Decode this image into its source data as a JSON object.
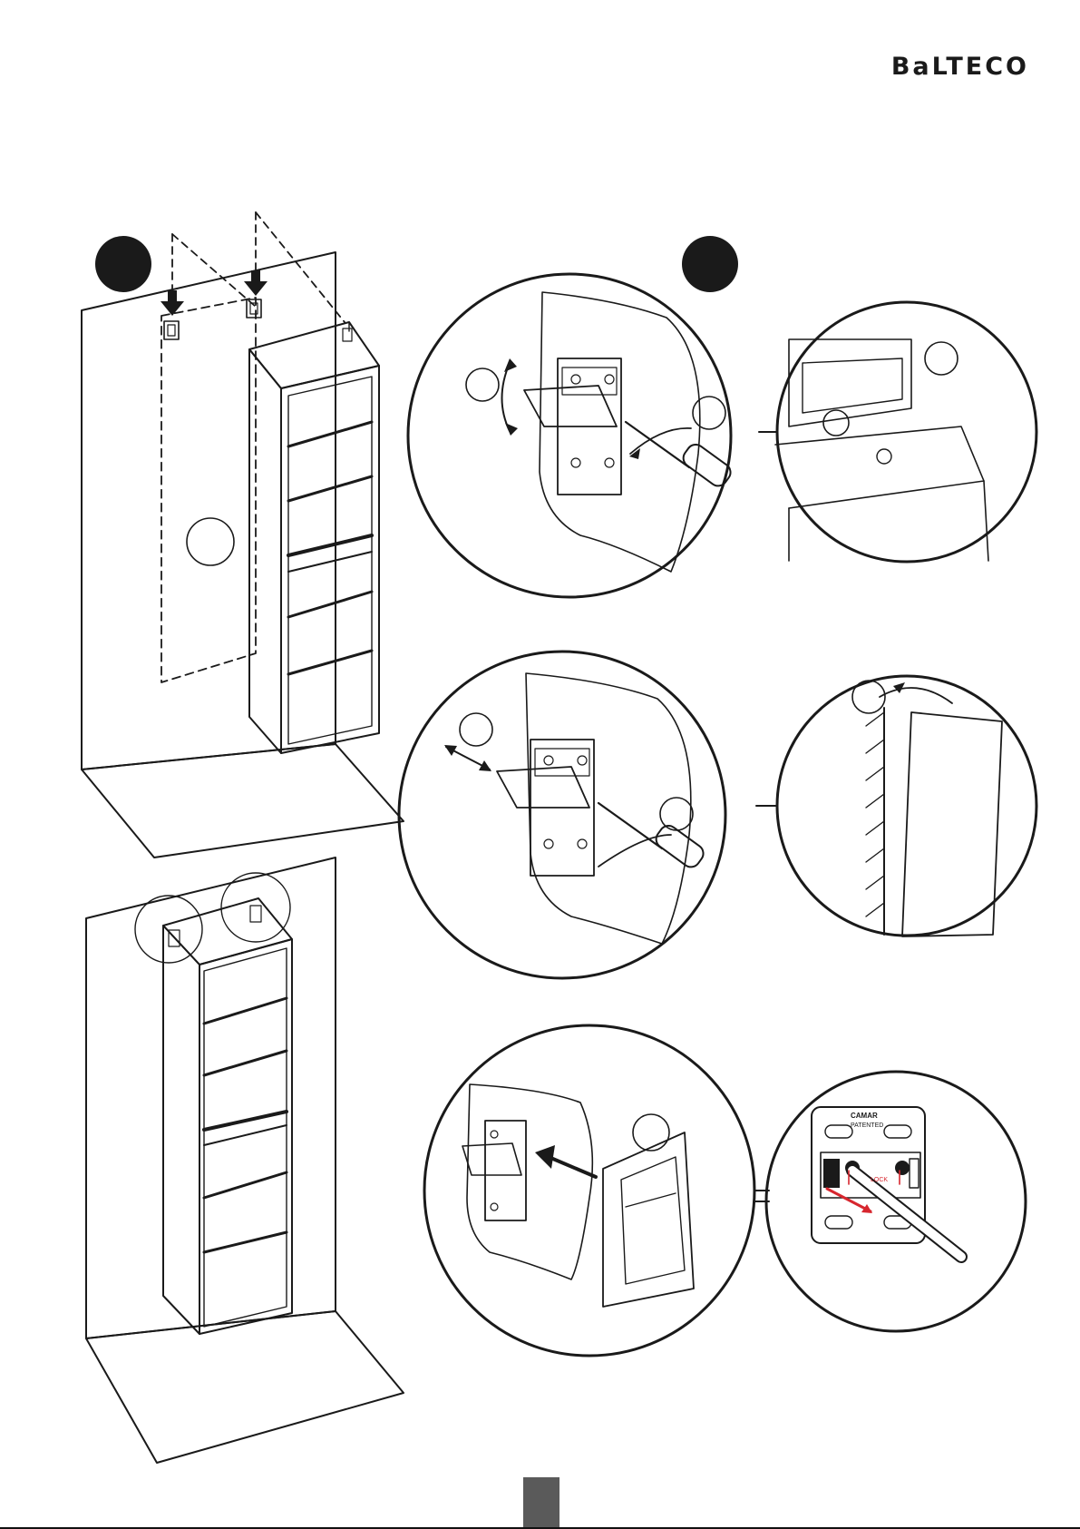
{
  "brand": {
    "logo_text": "BaLTECO"
  },
  "steps": [
    {
      "number": ""
    },
    {
      "number": ""
    }
  ],
  "detail_plate": {
    "line1": "CAMAR",
    "line2": "PATENTED",
    "lock": "LOCK"
  },
  "colors": {
    "ink": "#1a1a1a",
    "arrow_red": "#d7262e",
    "page_tab": "#5a5a5a"
  }
}
